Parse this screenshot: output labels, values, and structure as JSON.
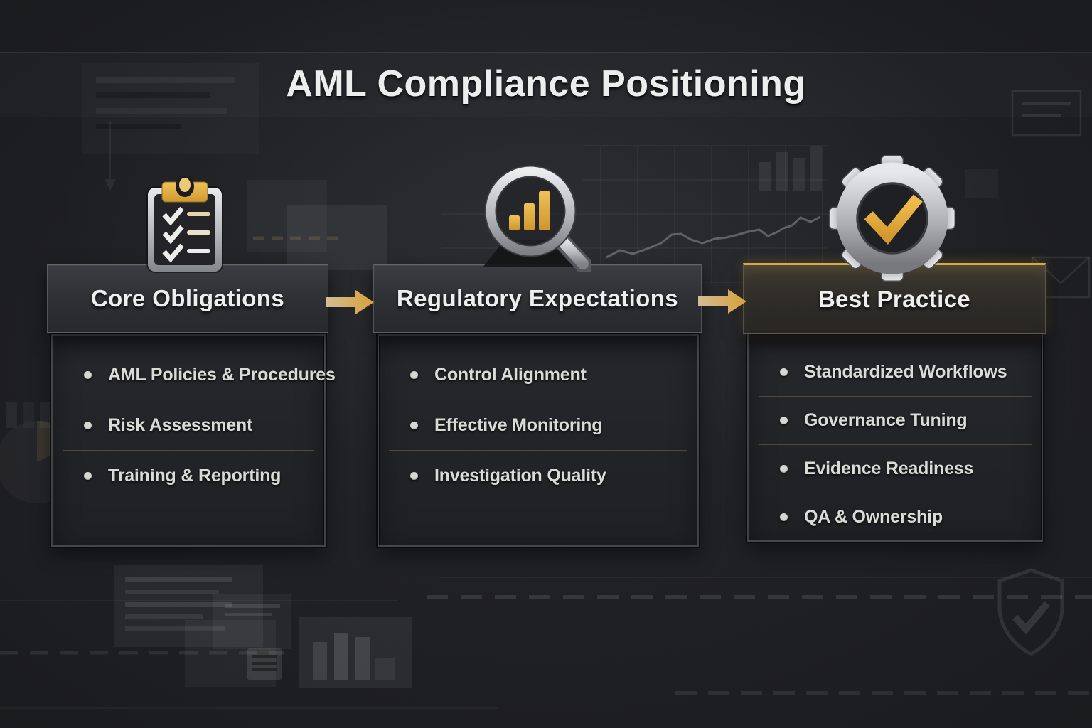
{
  "title": "AML Compliance Positioning",
  "columns": [
    {
      "header": "Core Obligations",
      "icon": "clipboard-checklist-icon",
      "items": [
        "AML Policies & Procedures",
        "Risk Assessment",
        "Training & Reporting"
      ]
    },
    {
      "header": "Regulatory Expectations",
      "icon": "magnifier-bar-chart-icon",
      "items": [
        "Control Alignment",
        "Effective Monitoring",
        "Investigation Quality"
      ]
    },
    {
      "header": "Best Practice",
      "icon": "gear-checkmark-icon",
      "items": [
        "Standardized Workflows",
        "Governance Tuning",
        "Evidence Readiness",
        "QA & Ownership"
      ]
    }
  ],
  "arrows": [
    "flow-arrow-left-to-middle",
    "flow-arrow-middle-to-right"
  ],
  "colors": {
    "gold_accent": "#d9a843",
    "gold_bar": "#e0a93e",
    "silver_metal": "#c9cbce",
    "title_text": "#eceded",
    "header_text": "#eeeeee",
    "item_text": "#dadad7",
    "divider": "#c1a46c",
    "panel_body": "#242528",
    "panel_header": "#323438",
    "background": "#1a1b1e"
  }
}
